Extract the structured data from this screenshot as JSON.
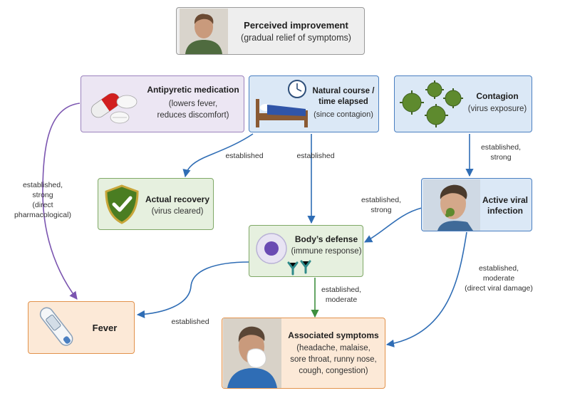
{
  "nodes": {
    "perceived": {
      "title": "Perceived improvement",
      "subtitle": "(gradual relief of symptoms)"
    },
    "antipyretic": {
      "title": "Antipyretic medication",
      "subtitle": "(lowers fever,\nreduces discomfort)"
    },
    "natural": {
      "title": "Natural course /\ntime elapsed",
      "subtitle": "(since contagion)"
    },
    "contagion": {
      "title": "Contagion",
      "subtitle": "(virus exposure)"
    },
    "recovery": {
      "title": "Actual recovery",
      "subtitle": "(virus cleared)"
    },
    "infection": {
      "title": "Active viral\ninfection",
      "subtitle": ""
    },
    "defense": {
      "title": "Body’s defense",
      "subtitle": "(immune response)"
    },
    "fever": {
      "title": "Fever",
      "subtitle": ""
    },
    "symptoms": {
      "title": "Associated symptoms",
      "subtitle": "(headache, malaise,\nsore throat, runny nose,\ncough, congestion)"
    }
  },
  "edges": {
    "antipyretic_fever": "established,\nstrong\n(direct\npharmacological)",
    "natural_recovery": "established",
    "natural_defense": "established",
    "contagion_infection": "established,\nstrong",
    "infection_defense": "established,\nstrong",
    "defense_symptoms": "established,\nmoderate",
    "defense_fever": "established",
    "infection_symptoms": "established,\nmoderate\n(direct viral damage)"
  },
  "colors": {
    "blue_arrow": "#2f6db5",
    "purple_arrow": "#7b55b0",
    "green_arrow": "#3e8f3e"
  },
  "icons": [
    "person-portrait-icon",
    "pills-icon",
    "bed-clock-icon",
    "virus-icon",
    "shield-check-icon",
    "sick-man-icon",
    "immune-cell-icon",
    "thermometer-icon",
    "sneezing-man-icon"
  ]
}
